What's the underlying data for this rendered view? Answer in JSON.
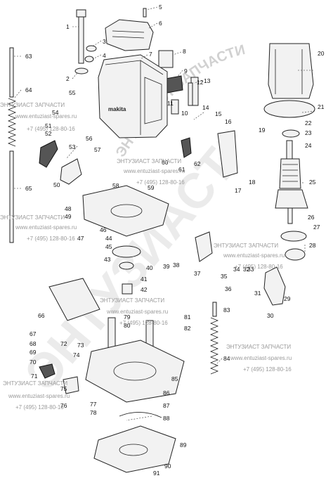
{
  "brand_label": "makita",
  "watermarks": {
    "company": "ЭНТУЗИАСТ ЗАПЧАСТИ",
    "website": "www.entuziast-spares.ru",
    "phone": "+7 (495) 128-80-16",
    "arc_text": "ЭНТУЗИАСТ ЗАПЧАСТИ",
    "big_text": "ЭНТУЗИАСТ"
  },
  "parts": [
    {
      "no": "1"
    },
    {
      "no": "2"
    },
    {
      "no": "3"
    },
    {
      "no": "4"
    },
    {
      "no": "5"
    },
    {
      "no": "6"
    },
    {
      "no": "7"
    },
    {
      "no": "8"
    },
    {
      "no": "9"
    },
    {
      "no": "10"
    },
    {
      "no": "11"
    },
    {
      "no": "12"
    },
    {
      "no": "13"
    },
    {
      "no": "14"
    },
    {
      "no": "15"
    },
    {
      "no": "16"
    },
    {
      "no": "17"
    },
    {
      "no": "18"
    },
    {
      "no": "19"
    },
    {
      "no": "20"
    },
    {
      "no": "21"
    },
    {
      "no": "22"
    },
    {
      "no": "23"
    },
    {
      "no": "24"
    },
    {
      "no": "25"
    },
    {
      "no": "26"
    },
    {
      "no": "27"
    },
    {
      "no": "28"
    },
    {
      "no": "29"
    },
    {
      "no": "30"
    },
    {
      "no": "31"
    },
    {
      "no": "32"
    },
    {
      "no": "33"
    },
    {
      "no": "34"
    },
    {
      "no": "35"
    },
    {
      "no": "36"
    },
    {
      "no": "37"
    },
    {
      "no": "38"
    },
    {
      "no": "39"
    },
    {
      "no": "40"
    },
    {
      "no": "41"
    },
    {
      "no": "42"
    },
    {
      "no": "43"
    },
    {
      "no": "44"
    },
    {
      "no": "45"
    },
    {
      "no": "46"
    },
    {
      "no": "47"
    },
    {
      "no": "48"
    },
    {
      "no": "49"
    },
    {
      "no": "50"
    },
    {
      "no": "51"
    },
    {
      "no": "52"
    },
    {
      "no": "53"
    },
    {
      "no": "54"
    },
    {
      "no": "55"
    },
    {
      "no": "56"
    },
    {
      "no": "57"
    },
    {
      "no": "58"
    },
    {
      "no": "59"
    },
    {
      "no": "60"
    },
    {
      "no": "61"
    },
    {
      "no": "62"
    },
    {
      "no": "63"
    },
    {
      "no": "64"
    },
    {
      "no": "65"
    },
    {
      "no": "66"
    },
    {
      "no": "67"
    },
    {
      "no": "68"
    },
    {
      "no": "69"
    },
    {
      "no": "70"
    },
    {
      "no": "71"
    },
    {
      "no": "72"
    },
    {
      "no": "73"
    },
    {
      "no": "74"
    },
    {
      "no": "75"
    },
    {
      "no": "76"
    },
    {
      "no": "77"
    },
    {
      "no": "78"
    },
    {
      "no": "79"
    },
    {
      "no": "80"
    },
    {
      "no": "81"
    },
    {
      "no": "82"
    },
    {
      "no": "83"
    },
    {
      "no": "84"
    },
    {
      "no": "85"
    },
    {
      "no": "86"
    },
    {
      "no": "87"
    },
    {
      "no": "88"
    },
    {
      "no": "89"
    },
    {
      "no": "90"
    },
    {
      "no": "91"
    }
  ]
}
